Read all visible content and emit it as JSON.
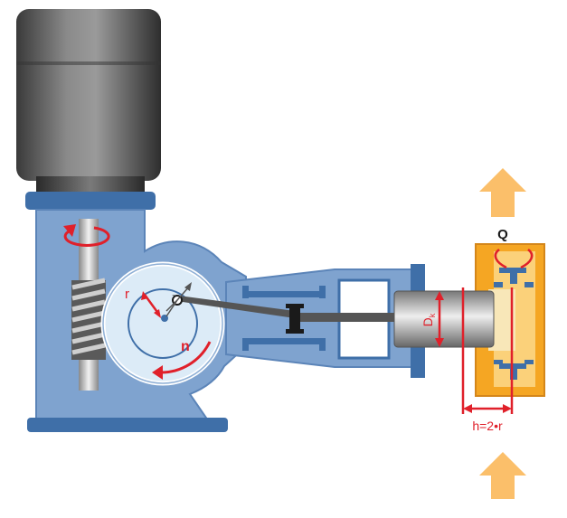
{
  "labels": {
    "radius": "r",
    "speed": "n",
    "flow": "Q",
    "diameter_main": "D",
    "diameter_sub": "k",
    "stroke": "h=2•r"
  },
  "colors": {
    "housing_blue": "#7fa3cf",
    "housing_dark": "#3f6fa8",
    "motor_gray": "#6b6b6b",
    "pump_orange": "#f5a623",
    "arrow_orange": "#fbbf6a",
    "annotation_red": "#e0202a",
    "disc_light": "#dcebf7"
  }
}
